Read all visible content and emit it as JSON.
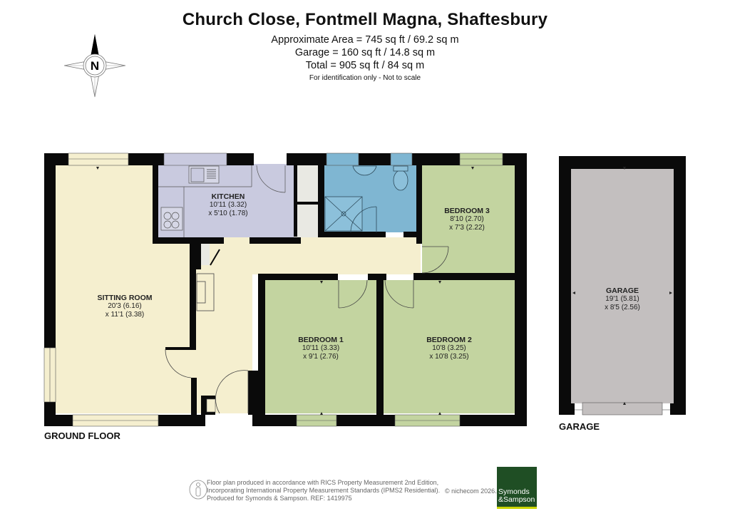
{
  "header": {
    "title": "Church Close, Fontmell Magna, Shaftesbury",
    "area_line": "Approximate Area = 745 sq ft / 69.2 sq m",
    "garage_line": "Garage = 160 sq ft / 14.8 sq m",
    "total_line": "Total = 905 sq ft / 84 sq m",
    "disclaimer": "For identification only - Not to scale"
  },
  "compass": {
    "letter": "N",
    "icon": "north-compass-icon"
  },
  "colors": {
    "wall": "#0a0a0a",
    "sitting_hall": "#f5efcf",
    "kitchen": "#c9cadf",
    "bathroom": "#7fb6d2",
    "bedroom": "#c3d4a0",
    "garage": "#c3bfbf",
    "cupboard": "#e9e9e3",
    "brand_green": "#1f4e24",
    "brand_accent": "#c9d400"
  },
  "rooms": [
    {
      "name": "KITCHEN",
      "dim1": "10'11 (3.32)",
      "dim2": "x 5'10 (1.78)"
    },
    {
      "name": "BEDROOM 3",
      "dim1": "8'10 (2.70)",
      "dim2": "x 7'3 (2.22)"
    },
    {
      "name": "SITTING ROOM",
      "dim1": "20'3 (6.16)",
      "dim2": "x 11'1 (3.38)"
    },
    {
      "name": "BEDROOM 1",
      "dim1": "10'11 (3.33)",
      "dim2": "x 9'1 (2.76)"
    },
    {
      "name": "BEDROOM 2",
      "dim1": "10'8 (3.25)",
      "dim2": "x 10'8 (3.25)"
    },
    {
      "name": "GARAGE",
      "dim1": "19'1 (5.81)",
      "dim2": "x 8'5 (2.56)"
    }
  ],
  "floors": {
    "ground": "GROUND FLOOR",
    "garage": "GARAGE"
  },
  "footer": {
    "line1": "Floor plan produced in accordance with RICS Property Measurement 2nd Edition,",
    "line2": "Incorporating International Property Measurement Standards (IPMS2 Residential).",
    "line3": "Produced for Symonds & Sampson.   REF:  1419975",
    "copyright": "© nichecom 2026.",
    "logo_line1": "Symonds",
    "logo_line2": "&Sampson"
  }
}
